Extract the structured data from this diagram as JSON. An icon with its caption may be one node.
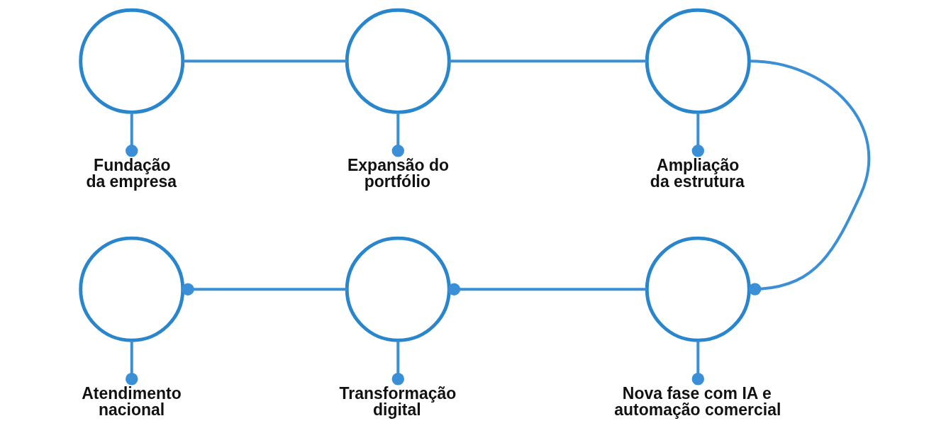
{
  "diagram": {
    "nodes": [
      {
        "text": [],
        "shape": "circle"
      },
      {
        "text": [],
        "shape": "circle"
      },
      {
        "text": [],
        "shape": "circle"
      },
      {
        "text": [
          "Fundação da empresa"
        ]
      },
      {
        "text": [
          "Expansão do portfólio"
        ]
      },
      {
        "text": [
          "Ampliação da estrutura"
        ]
      },
      {
        "text": [],
        "shape": "circle"
      },
      {
        "text": [],
        "shape": "circle"
      },
      {
        "text": [],
        "shape": "circle"
      },
      {
        "text": [
          "Atendimento nacional"
        ]
      },
      {
        "text": [
          "Transformação digital"
        ]
      },
      {
        "text": [
          "Nova fase com IA e automação comercial"
        ]
      }
    ],
    "edges": [
      {
        "from": 0,
        "to": 1,
        "arrow": "none"
      },
      {
        "from": 1,
        "to": 2,
        "arrow": "none"
      },
      {
        "from": 2,
        "to": 8,
        "arrow": "other"
      },
      {
        "from": 8,
        "to": 7,
        "arrow": "other"
      },
      {
        "from": 7,
        "to": 6,
        "arrow": "other"
      },
      {
        "from": 0,
        "to": 3,
        "arrow": "other"
      },
      {
        "from": 1,
        "to": 4,
        "arrow": "other"
      },
      {
        "from": 2,
        "to": 5,
        "arrow": "other"
      },
      {
        "from": 6,
        "to": 9,
        "arrow": "other"
      },
      {
        "from": 7,
        "to": 10,
        "arrow": "other"
      },
      {
        "from": 8,
        "to": 11,
        "arrow": "other"
      }
    ]
  }
}
